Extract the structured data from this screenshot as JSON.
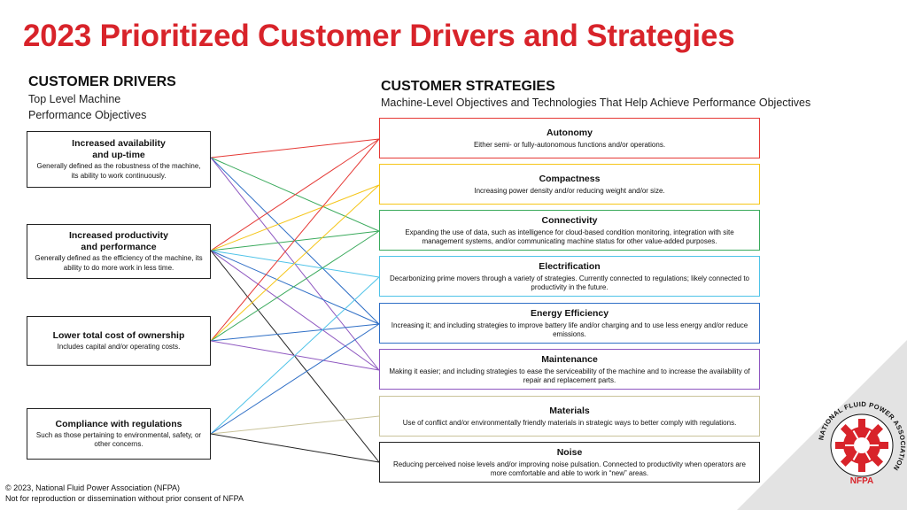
{
  "title": "2023 Prioritized Customer Drivers and Strategies",
  "drivers_section": {
    "heading": "CUSTOMER DRIVERS",
    "subheading_line1": "Top Level Machine",
    "subheading_line2": "Performance Objectives"
  },
  "strategies_section": {
    "heading": "CUSTOMER STRATEGIES",
    "subheading": "Machine-Level Objectives and Technologies That Help Achieve Performance Objectives"
  },
  "drivers": [
    {
      "title_line1": "Increased availability",
      "title_line2": "and up-time",
      "description": "Generally defined as the robustness of the machine, its ability to work continuously."
    },
    {
      "title_line1": "Increased productivity",
      "title_line2": "and performance",
      "description": "Generally defined as the efficiency of the machine, its ability to do more work in less time."
    },
    {
      "title_line1": "Lower total cost of ownership",
      "title_line2": "",
      "description": "Includes capital and/or operating costs."
    },
    {
      "title_line1": "Compliance with regulations",
      "title_line2": "",
      "description": "Such as those pertaining to environmental, safety, or other concerns."
    }
  ],
  "strategies": [
    {
      "title": "Autonomy",
      "description": "Either semi- or fully-autonomous functions and/or operations.",
      "color": "#e53935"
    },
    {
      "title": "Compactness",
      "description": "Increasing power density and/or reducing weight and/or size.",
      "color": "#f5c518"
    },
    {
      "title": "Connectivity",
      "description": "Expanding the use of data, such as intelligence for cloud-based condition monitoring, integration with site management systems, and/or communicating machine status for other value-added purposes.",
      "color": "#3aaa5c"
    },
    {
      "title": "Electrification",
      "description": "Decarbonizing prime movers through a variety of strategies. Currently connected to regulations; likely connected to productivity in the future.",
      "color": "#4fc3e8"
    },
    {
      "title": "Energy Efficiency",
      "description": "Increasing it; and including strategies to improve battery life and/or charging and to use less energy and/or reduce emissions.",
      "color": "#2f6fc6"
    },
    {
      "title": "Maintenance",
      "description": "Making it easier; and including strategies to ease the serviceability of the machine and to increase the availability of repair and replacement parts.",
      "color": "#8e57c0"
    },
    {
      "title": "Materials",
      "description": "Use of conflict and/or environmentally friendly materials in strategic ways to better comply with regulations.",
      "color": "#c9c39a"
    },
    {
      "title": "Noise",
      "description": "Reducing perceived noise levels and/or improving noise pulsation. Connected to productivity when operators are more comfortable and able to work in “new” areas.",
      "color": "#222222"
    }
  ],
  "connections": [
    {
      "driver": 0,
      "strategy": 0
    },
    {
      "driver": 0,
      "strategy": 2
    },
    {
      "driver": 0,
      "strategy": 4
    },
    {
      "driver": 0,
      "strategy": 5
    },
    {
      "driver": 1,
      "strategy": 0
    },
    {
      "driver": 1,
      "strategy": 1
    },
    {
      "driver": 1,
      "strategy": 2
    },
    {
      "driver": 1,
      "strategy": 3
    },
    {
      "driver": 1,
      "strategy": 4
    },
    {
      "driver": 1,
      "strategy": 5
    },
    {
      "driver": 1,
      "strategy": 7
    },
    {
      "driver": 2,
      "strategy": 0
    },
    {
      "driver": 2,
      "strategy": 1
    },
    {
      "driver": 2,
      "strategy": 2
    },
    {
      "driver": 2,
      "strategy": 4
    },
    {
      "driver": 2,
      "strategy": 5
    },
    {
      "driver": 3,
      "strategy": 3
    },
    {
      "driver": 3,
      "strategy": 4
    },
    {
      "driver": 3,
      "strategy": 6
    },
    {
      "driver": 3,
      "strategy": 7
    }
  ],
  "footer": {
    "line1": "© 2023, National Fluid Power Association (NFPA)",
    "line2": "Not for reproduction or dissemination without prior consent of NFPA"
  },
  "logo": {
    "ring_text": "NATIONAL FLUID POWER ASSOCIATION",
    "acronym": "NFPA",
    "color": "#d8232a"
  },
  "corner_color": "#e3e3e3"
}
